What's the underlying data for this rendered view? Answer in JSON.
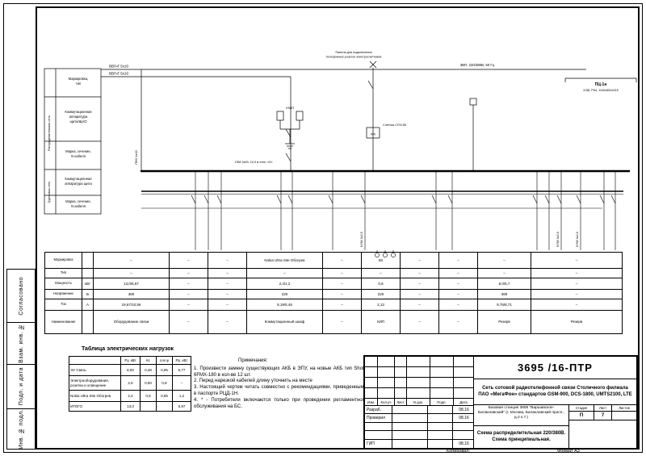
{
  "page": {
    "copied_label": "Копировал:",
    "format_label": "Формат А3"
  },
  "left_margin": {
    "stamps": [
      "Согласовано",
      "Взам. инв. №",
      "Подп. и дата",
      "Инв. № подл."
    ]
  },
  "row_table": {
    "side_top": "Распределительная сеть",
    "side_bottom": "Групповая сеть",
    "rows": [
      [
        "Маркировка,",
        "тип"
      ],
      [
        "Коммутационная",
        "аппаратура",
        "щита/ЩАО"
      ],
      [
        "Марка, сечение,",
        "N кабеля"
      ],
      [
        "Коммутационная",
        "аппаратура щита"
      ],
      [
        "Марка, сечение,",
        "N кабеля"
      ]
    ]
  },
  "schematic": {
    "cable1": "ВВГнГ 5x10",
    "cable2": "ВВГнГ 5x10",
    "riser": "ПВ3 1x16",
    "note1": "Панель для подключения",
    "note2": "телефонных розеток электросчетчиков",
    "supply": "3ВП, 220/380В, 50 Гц",
    "panel": "ПЦ-1н",
    "panel_spec": "2/3В, Р54, 1100x650x315",
    "uzip": "УЗИП",
    "meter": "Счетчик СОЭ-55",
    "meter_sym": "Wh",
    "uzm": "УЗМ 3х63, 10,0 в степ. «0»",
    "nym": "NYM 3x2,5"
  },
  "param_table": {
    "rows": [
      {
        "label": "Маркировка",
        "unit": "",
        "cells": [
          "–",
          "–",
          "–",
          "Nokia Ultra Site Обогрев",
          "–",
          "80",
          "–",
          "–",
          "–",
          "–"
        ]
      },
      {
        "label": "Тип",
        "unit": "",
        "cells": [
          "–",
          "–",
          "–",
          "–",
          "–",
          "–",
          "–",
          "–",
          "–",
          "–"
        ]
      },
      {
        "label": "Мощность",
        "unit": "кВт",
        "cells": [
          "13,0/6,97",
          "–",
          "–",
          "2,4/1,2",
          "–",
          "0,8",
          "–",
          "–",
          "8,0/5,7",
          "–"
        ]
      },
      {
        "label": "Напряжение",
        "unit": "В",
        "cells": [
          "380",
          "–",
          "–",
          "220",
          "–",
          "220",
          "–",
          "–",
          "380",
          "–"
        ]
      },
      {
        "label": "Ток",
        "unit": "А",
        "cells": [
          "19,67/10,56",
          "–",
          "–",
          "8,19/5,46",
          "–",
          "2,13",
          "–",
          "–",
          "9,75/8,71",
          "–"
        ]
      },
      {
        "label": "Наименование",
        "unit": "",
        "cells": [
          "Оборудование связи",
          "–",
          "–",
          "Коммутационный шкаф",
          "–",
          "КИП",
          "–",
          "–",
          "Резерв",
          "Резерв"
        ]
      }
    ]
  },
  "load_table": {
    "title": "Таблица электрических нагрузок",
    "headers": [
      "",
      "Ру, кВт",
      "Кс",
      "cos φ",
      "Рр, кВт"
    ],
    "rows": [
      [
        "ЭУ Связь",
        "8,00",
        "0,48",
        "0,95",
        "5,77"
      ],
      [
        "Электрооборудование, розетки и освещение",
        "2,6",
        "0,60",
        "0,8",
        "–"
      ],
      [
        "Nokia Ultra Site Обогрев",
        "2,4",
        "0,5",
        "0,95",
        "1,2"
      ],
      [
        "ИТОГО",
        "13,0",
        "",
        "",
        "6,97"
      ]
    ]
  },
  "notes": {
    "title": "Примечания:",
    "items": [
      "1. Произвести замену существующих АКБ в ЭПУ, на новые АКБ тип Shoto 6FMX-180 в кол-ве 12 шт.",
      "2. Перед нарезкой кабелей длину уточнить на месте",
      "3. Настоящий чертеж читать совместно с рекомендациями, приведенными в паспорте РЦД-1Н.",
      "4. * - Потребители включаются только при проведении регламентного обслуживания на БС."
    ]
  },
  "title_block": {
    "doc_number": "3695 /16-ПТР",
    "header_cells": [
      "Изм.",
      "Кол.уч",
      "Лист",
      "N док.",
      "Подп.",
      "Дата"
    ],
    "staff_rows": [
      {
        "role": "Разраб.",
        "name": "",
        "date": "08.16"
      },
      {
        "role": "Проверил",
        "name": "",
        "date": "08.16"
      },
      {
        "role": "",
        "name": "",
        "date": ""
      },
      {
        "role": "",
        "name": "",
        "date": ""
      },
      {
        "role": "ГИП",
        "name": "",
        "date": "08.16"
      }
    ],
    "project_title": "Сеть сотовой радиотелефонной связи Столичного филиала ПАО «МегаФон» стандартов GSM-900, DCS-1800, UMTS2100, LTE",
    "object_name": "Базовая станция 3695 \"Варшавское- Балаклавский\" (г. Москва, Балаклавский просп., д.2 к.7.)",
    "stage_label": "Стадия",
    "sheet_label": "Лист",
    "sheets_label": "Листов",
    "stage": "П",
    "sheet": "7",
    "sheets": "",
    "sheet_title": "Схема распределительная 220/380В. Схема принципиальная."
  }
}
